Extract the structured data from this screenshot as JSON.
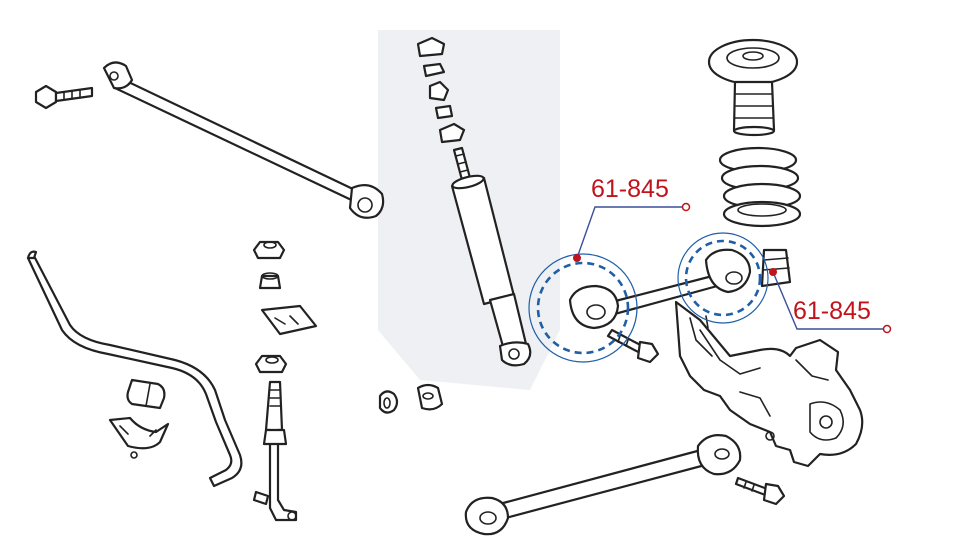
{
  "callouts": [
    {
      "id": "upper-left",
      "label": "61-845"
    },
    {
      "id": "upper-right",
      "label": "61-845"
    }
  ],
  "colors": {
    "label": "#c0141c",
    "ring": "#1e5fa8",
    "leader": "#3b4f9a",
    "line_art": "#222222",
    "background_shade": "#eef0f3"
  }
}
